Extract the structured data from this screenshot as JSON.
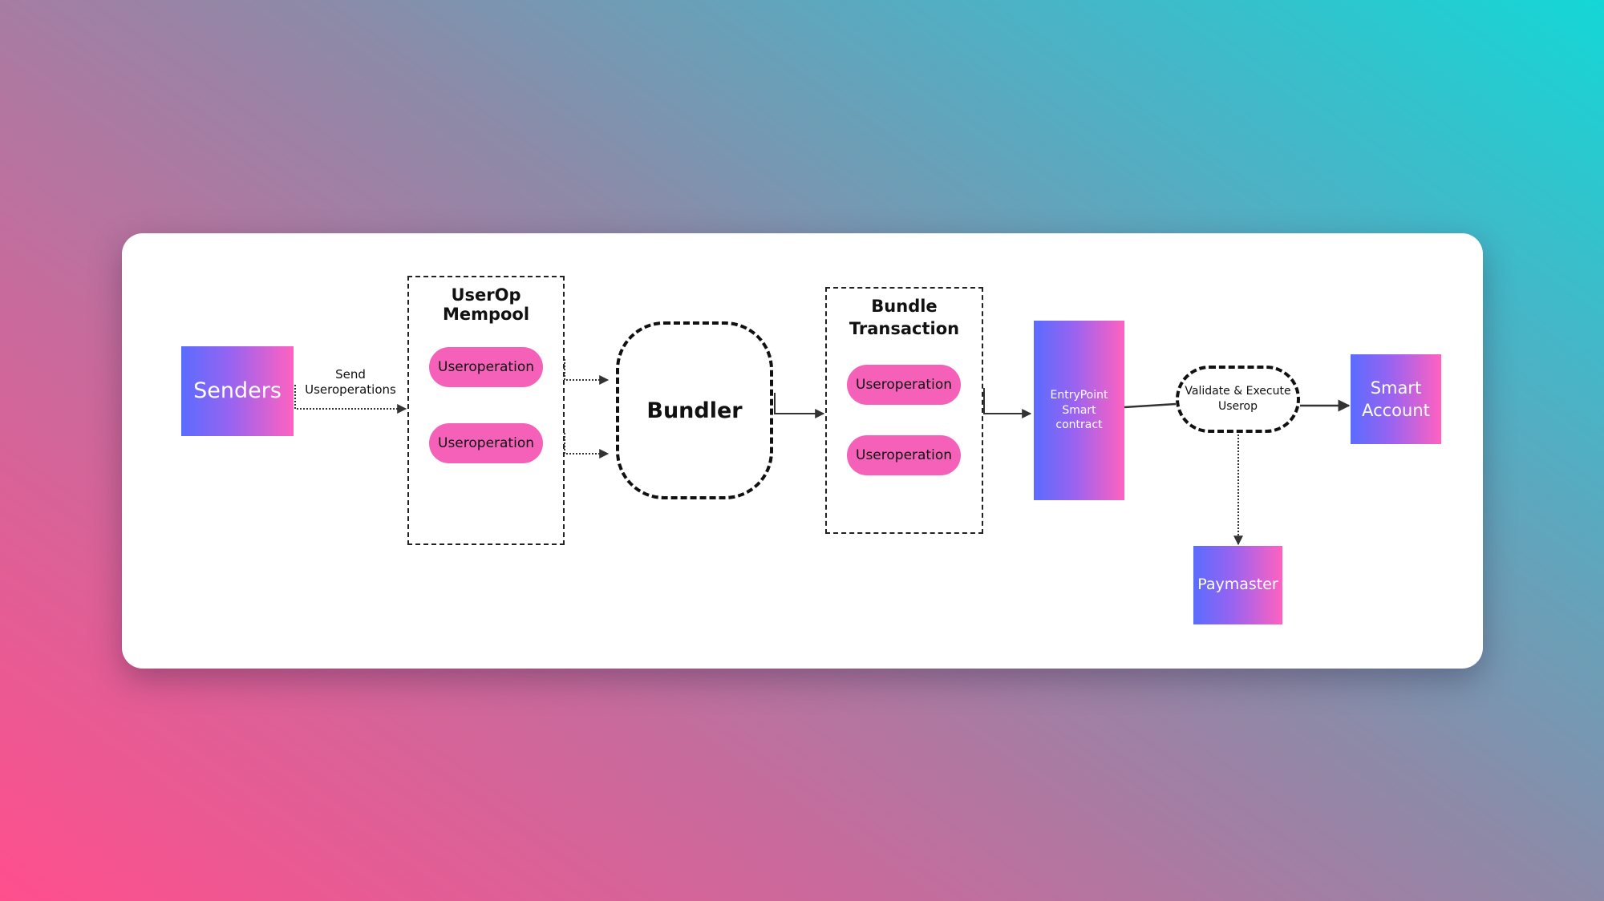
{
  "nodes": {
    "senders": "Senders",
    "send_label_line1": "Send",
    "send_label_line2": "Useroperations",
    "mempool_title": "UserOp Mempool",
    "mempool_op1": "Useroperation",
    "mempool_op2": "Useroperation",
    "bundler": "Bundler",
    "bundle_title_line1": "Bundle",
    "bundle_title_line2": "Transaction",
    "bundle_op1": "Useroperation",
    "bundle_op2": "Useroperation",
    "entrypoint_line1": "EntryPoint",
    "entrypoint_line2": "Smart",
    "entrypoint_line3": "contract",
    "validate_line1": "Validate & Execute",
    "validate_line2": "Userop",
    "smart_account_line1": "Smart",
    "smart_account_line2": "Account",
    "paymaster": "Paymaster"
  },
  "colors": {
    "pill": "#f561b8",
    "gradient_start": "#5a6cff",
    "gradient_end": "#ff62c0"
  }
}
